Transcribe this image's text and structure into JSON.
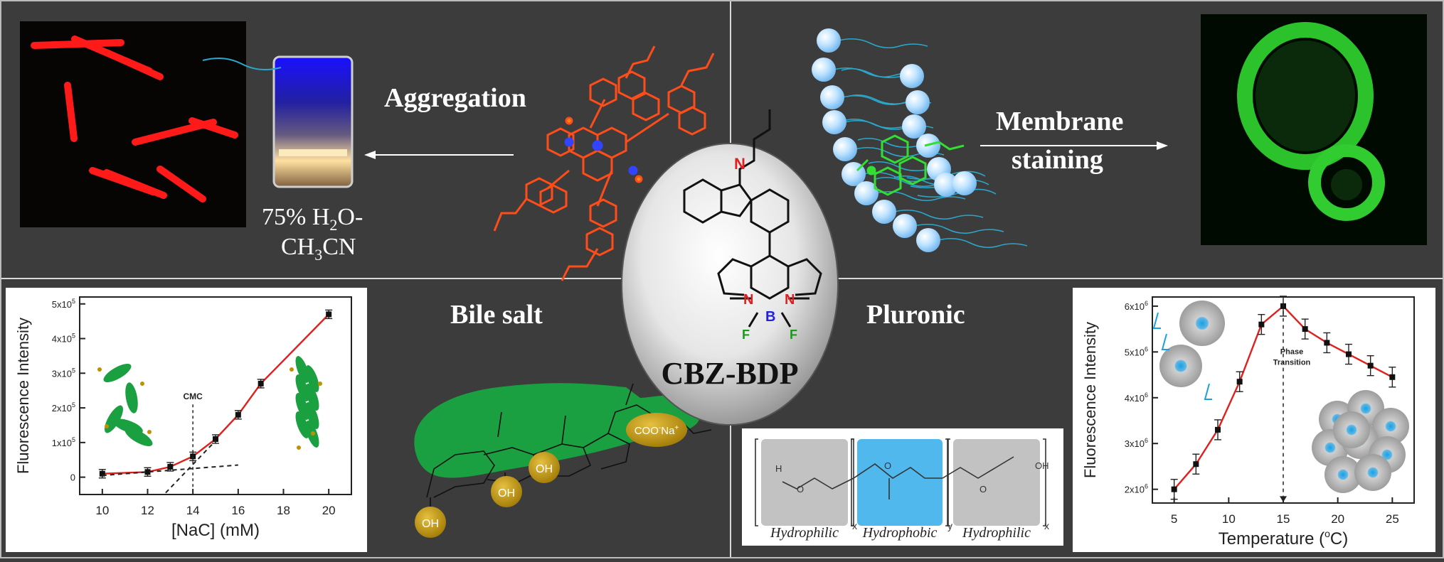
{
  "panels": {
    "aggregation": {
      "title": "Aggregation",
      "solvent_line1": "75% H",
      "solvent_sub1": "2",
      "solvent_rest1": "O-",
      "solvent_line2_a": "CH",
      "solvent_sub2": "3",
      "solvent_line2_b": "CN"
    },
    "membrane": {
      "title_line1": "Membrane",
      "title_line2": "staining"
    },
    "bile_salt": {
      "title": "Bile salt",
      "counterion": "COO",
      "counterion_sup": "-",
      "counterion_rest": "Na",
      "counterion_sup2": "+",
      "oh": "OH"
    },
    "pluronic": {
      "title": "Pluronic",
      "blocks": [
        "Hydrophilic",
        "Hydrophobic",
        "Hydrophilic"
      ],
      "subscripts": [
        "x",
        "y",
        "x"
      ],
      "end_h": "H",
      "end_oh": "OH",
      "oxygen": "O"
    }
  },
  "molecule": {
    "name": "CBZ-BDP",
    "atoms": {
      "n": "N",
      "b": "B",
      "f": "F"
    }
  },
  "colors": {
    "background": "#3c3c3c",
    "red_crystal": "#ff1a1a",
    "green_stain": "#33dd33",
    "micelle_blue": "#1aa0e0",
    "bile_green": "#1aa040",
    "oh_gold": "#b8900a",
    "plot_line": "#e0201c"
  },
  "chart_data": [
    {
      "type": "line",
      "title": "",
      "xlabel": "[NaC] (mM)",
      "ylabel": "Fluorescence Intensity",
      "x": [
        10,
        12,
        13,
        14,
        15,
        16,
        17,
        20
      ],
      "values": [
        0.1,
        0.15,
        0.3,
        0.6,
        1.1,
        1.8,
        2.7,
        4.7
      ],
      "y_unit_exponent": 5,
      "xlim": [
        9,
        21
      ],
      "ylim": [
        -0.5,
        5.2
      ],
      "xticks": [
        10,
        12,
        14,
        16,
        18,
        20
      ],
      "yticks": [
        0,
        1,
        2,
        3,
        4,
        5
      ],
      "ytick_labels": [
        "0",
        "1x10",
        "2x10",
        "3x10",
        "4x10",
        "5x10"
      ],
      "tick_exponent": "5",
      "annotation": "CMC",
      "annotation_x": 14
    },
    {
      "type": "line",
      "title": "",
      "xlabel": "Temperature (",
      "xlabel_unit": "o",
      "xlabel_end": "C)",
      "ylabel": "Fluorescence Intensity",
      "x": [
        5,
        7,
        9,
        11,
        13,
        15,
        17,
        19,
        21,
        23,
        25
      ],
      "values": [
        2.0,
        2.55,
        3.3,
        4.35,
        5.6,
        6.0,
        5.5,
        5.2,
        4.95,
        4.7,
        4.45
      ],
      "y_unit_exponent": 6,
      "xlim": [
        3,
        27
      ],
      "ylim": [
        1.7,
        6.2
      ],
      "xticks": [
        5,
        10,
        15,
        20,
        25
      ],
      "yticks": [
        2,
        3,
        4,
        5,
        6
      ],
      "ytick_labels": [
        "2x10",
        "3x10",
        "4x10",
        "5x10",
        "6x10"
      ],
      "tick_exponent": "6",
      "annotation": "Phase Transition",
      "annotation_line1": "Phase",
      "annotation_line2": "Transition",
      "annotation_x": 15
    }
  ]
}
